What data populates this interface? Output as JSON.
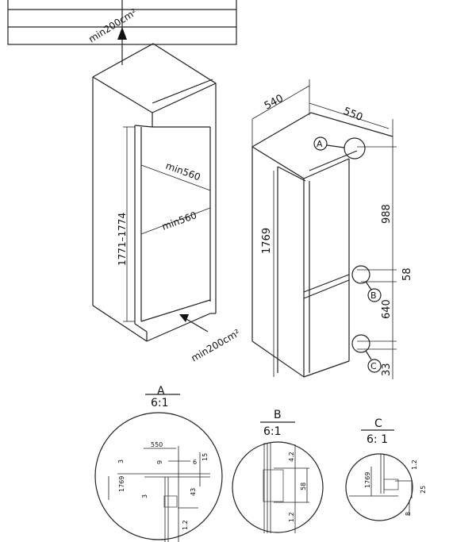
{
  "labels": {
    "vent_top": "min200cm²",
    "vent_bottom": "min200cm²",
    "cabinet_height": "1771–1774",
    "min_depth_upper": "min560",
    "min_depth_lower": "min560",
    "width": "540",
    "depth": "550",
    "height": "1769",
    "upper_door": "988",
    "gap": "58",
    "lower_door": "640",
    "bottom": "33",
    "callout_a": "A",
    "callout_b": "B",
    "callout_c": "C"
  },
  "details": {
    "a": {
      "title": "A",
      "scale": "6:1",
      "dims": [
        "550",
        "9",
        "6",
        "15",
        "3",
        "1769",
        "3",
        "43",
        "1.2"
      ]
    },
    "b": {
      "title": "B",
      "scale": "6:1",
      "dims": [
        "4.2",
        "58",
        "1.2"
      ]
    },
    "c": {
      "title": "C",
      "scale": "6: 1",
      "dims": [
        "1769",
        "1.2",
        "25",
        "8"
      ]
    }
  }
}
